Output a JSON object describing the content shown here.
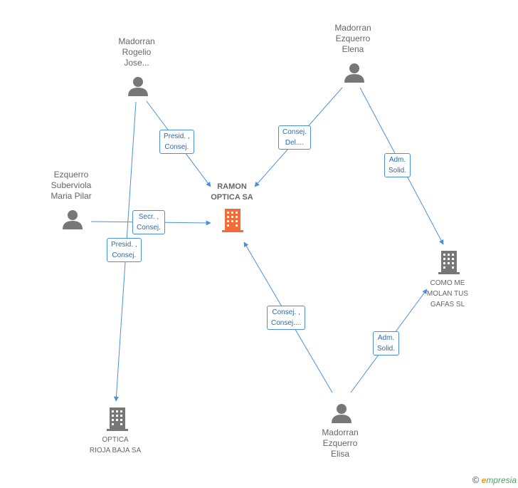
{
  "nodes": {
    "center": {
      "l1": "RAMON",
      "l2": "OPTICA SA"
    },
    "rogelio": {
      "l1": "Madorran",
      "l2": "Rogelio",
      "l3": "Jose..."
    },
    "elena": {
      "l1": "Madorran",
      "l2": "Ezquerro",
      "l3": "Elena"
    },
    "pilar": {
      "l1": "Ezquerro",
      "l2": "Suberviola",
      "l3": "Maria Pilar"
    },
    "elisa": {
      "l1": "Madorran",
      "l2": "Ezquerro",
      "l3": "Elisa"
    },
    "como": {
      "l1": "COMO ME",
      "l2": "MOLAN TUS",
      "l3": "GAFAS SL"
    },
    "rioja": {
      "l1": "OPTICA",
      "l2": "RIOJA BAJA SA"
    }
  },
  "edges": {
    "rogelio_center": {
      "l1": "Presid. ,",
      "l2": "Consej."
    },
    "elena_center": {
      "l1": "Consej.",
      "l2": "Del...."
    },
    "elena_como": {
      "l1": "Adm.",
      "l2": "Solid."
    },
    "pilar_center": {
      "l1": "Secr. ,",
      "l2": "Consej."
    },
    "rogelio_rioja": {
      "l1": "Presid. ,",
      "l2": "Consej."
    },
    "elisa_center": {
      "l1": "Consej. ,",
      "l2": "Consej...."
    },
    "elisa_como": {
      "l1": "Adm.",
      "l2": "Solid."
    }
  },
  "colors": {
    "edge": "#4a90d9",
    "person": "#777777",
    "company": "#777777",
    "center_company": "#f26b3a"
  },
  "watermark": {
    "copyright": "©",
    "brand_initial": "e",
    "brand_rest": "mpresia"
  }
}
